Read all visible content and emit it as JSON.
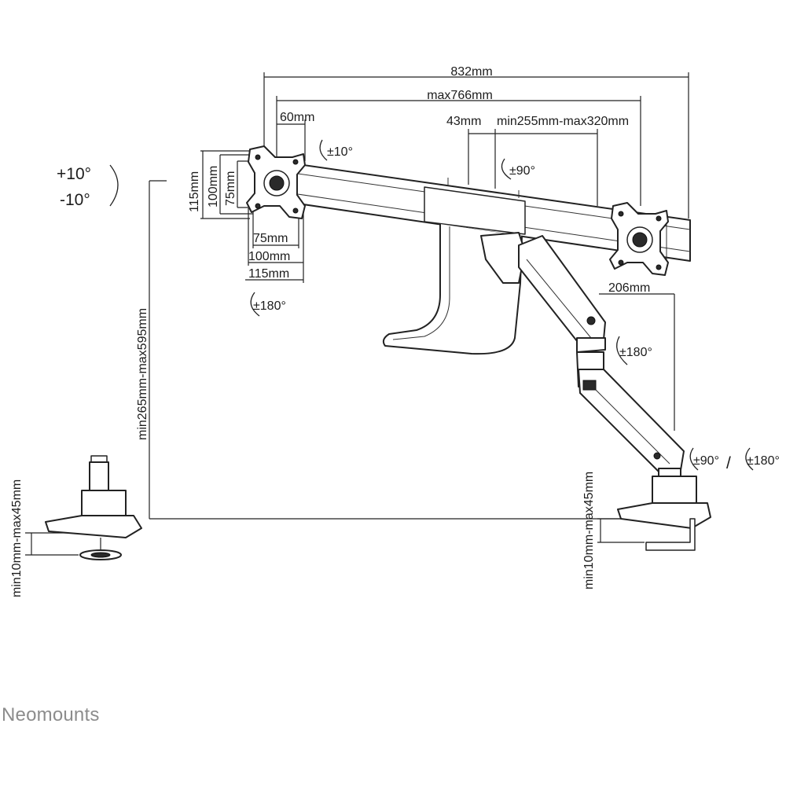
{
  "dimensions": {
    "overall_width": "832mm",
    "max_width": "max766mm",
    "top_offset": "60mm",
    "center_offset": "43mm",
    "arm_span": "min255mm-max320mm",
    "arm_depth": "206mm",
    "vesa_h_115": "115mm",
    "vesa_h_100": "100mm",
    "vesa_h_75": "75mm",
    "vesa_w_75": "75mm",
    "vesa_w_100": "100mm",
    "vesa_w_115": "115mm",
    "height_range": "min265mm-max595mm",
    "desk_thickness_left": "min10mm-max45mm",
    "desk_thickness_right": "min10mm-max45mm"
  },
  "rotations": {
    "tilt_plus": "+10°",
    "tilt_minus": "-10°",
    "mount_tilt": "±10°",
    "center_swivel": "±90°",
    "plate_rotate": "±180°",
    "elbow_rotate": "±180°",
    "base_swivel": "±90°",
    "base_rotate": "±180°",
    "separator": "/"
  },
  "brand": "Neomounts"
}
